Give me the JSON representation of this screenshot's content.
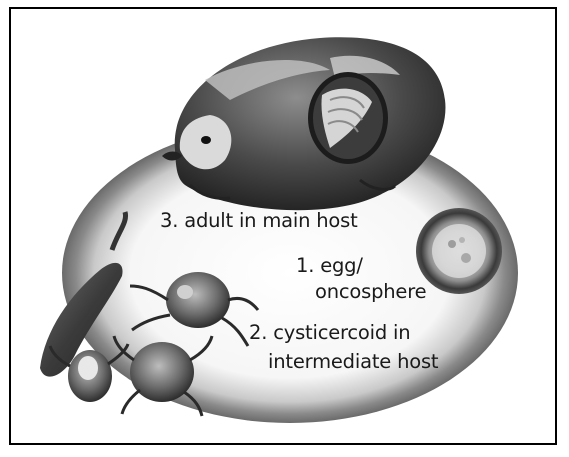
{
  "stages": {
    "adult": "3. adult in main host",
    "egg_line1": "1. egg/",
    "egg_line2": "oncosphere",
    "cyst_line1": "2. cysticercoid in",
    "cyst_line2": "intermediate host"
  },
  "illustrations": {
    "main_host": "lemming-illustration",
    "egg": "egg-oncosphere-illustration",
    "adult_worm": "tapeworm-inset-illustration",
    "intermediate_host": [
      "mite-illustration",
      "caterpillar-illustration"
    ]
  },
  "colors": {
    "ring_outer": "#7c7c7c",
    "ring_inner": "#f4f4f4",
    "fur_dark": "#2b2b2b",
    "fur_light": "#cfcfcf"
  }
}
